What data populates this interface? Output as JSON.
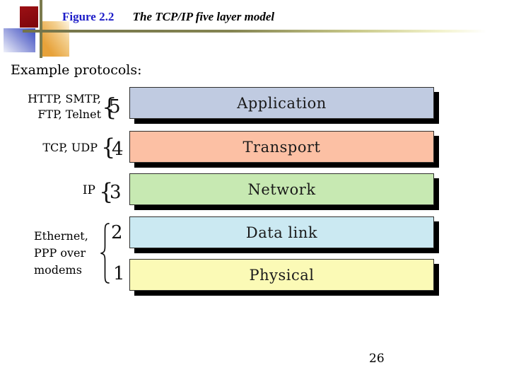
{
  "slide": {
    "figure_label": "Figure 2.2",
    "figure_title": "The TCP/IP five layer model",
    "intro_heading": "Example protocols:",
    "page_number": "26",
    "accent_colors": {
      "title_blue": "#1d1dc8",
      "ornament_red": "#8c0a11",
      "ornament_orange": "#e7a23a",
      "ornament_blue": "#3b4dc1",
      "ornament_olive": "#7b7b4e",
      "box_shadow": "#000000"
    }
  },
  "layers": [
    {
      "number": "5",
      "name": "Application",
      "fill": "#c0cbe1"
    },
    {
      "number": "4",
      "name": "Transport",
      "fill": "#fcc0a4"
    },
    {
      "number": "3",
      "name": "Network",
      "fill": "#c7e9b2"
    },
    {
      "number": "2",
      "name": "Data link",
      "fill": "#cbe9f2"
    },
    {
      "number": "1",
      "name": "Physical",
      "fill": "#fbfab6"
    }
  ],
  "protocol_groups": [
    {
      "for_layers": "5",
      "lines": [
        "HTTP, SMTP,",
        "FTP, Telnet"
      ]
    },
    {
      "for_layers": "4",
      "lines": [
        "TCP, UDP"
      ]
    },
    {
      "for_layers": "3",
      "lines": [
        "IP"
      ]
    },
    {
      "for_layers": "2-1",
      "lines": [
        "Ethernet,",
        "PPP over",
        "modems"
      ]
    }
  ],
  "braces": {
    "glyph": "{"
  }
}
